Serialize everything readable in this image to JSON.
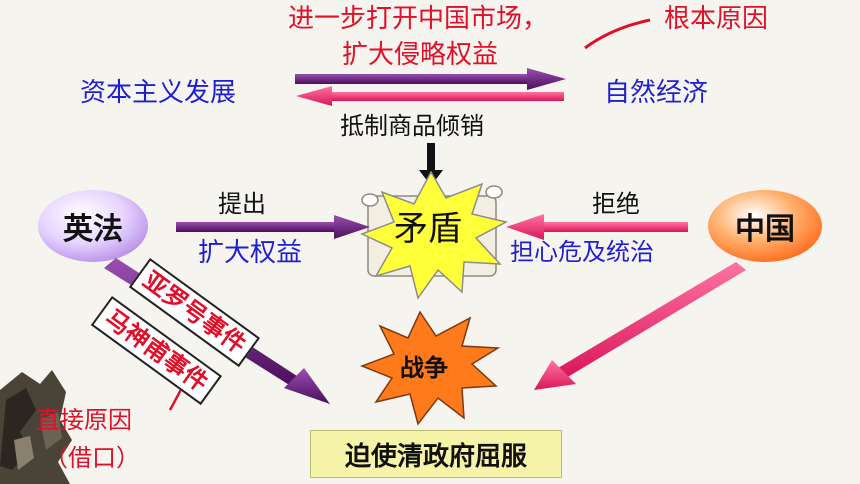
{
  "top_note": {
    "line1": "进一步打开中国市场，",
    "line2": "扩大侵略权益",
    "root_cause": "根本原因"
  },
  "left_top": "资本主义发展",
  "right_top": "自然经济",
  "resist_label": "抵制商品倾销",
  "britain_france": "英法",
  "china": "中国",
  "propose": "提出",
  "expand_rights": "扩大权益",
  "contradiction": "矛盾",
  "refuse": "拒绝",
  "worry_rule": "担心危及统治",
  "event1": "亚罗号事件",
  "event2": "马神甫事件",
  "war": "战争",
  "direct_cause": "直接原因",
  "excuse": "（借口）",
  "outcome": "迫使清政府屈服",
  "colors": {
    "blue_text": "#1f1fd1",
    "red_text": "#e0102a",
    "arrow_purple": "#6b1f7a",
    "arrow_pink": "#e8336e",
    "burst_yellow": "#ffff3a",
    "burst_orange": "#ff7a1a",
    "oval_left": "#d9b7ff",
    "oval_right": "#ff7a2a"
  }
}
